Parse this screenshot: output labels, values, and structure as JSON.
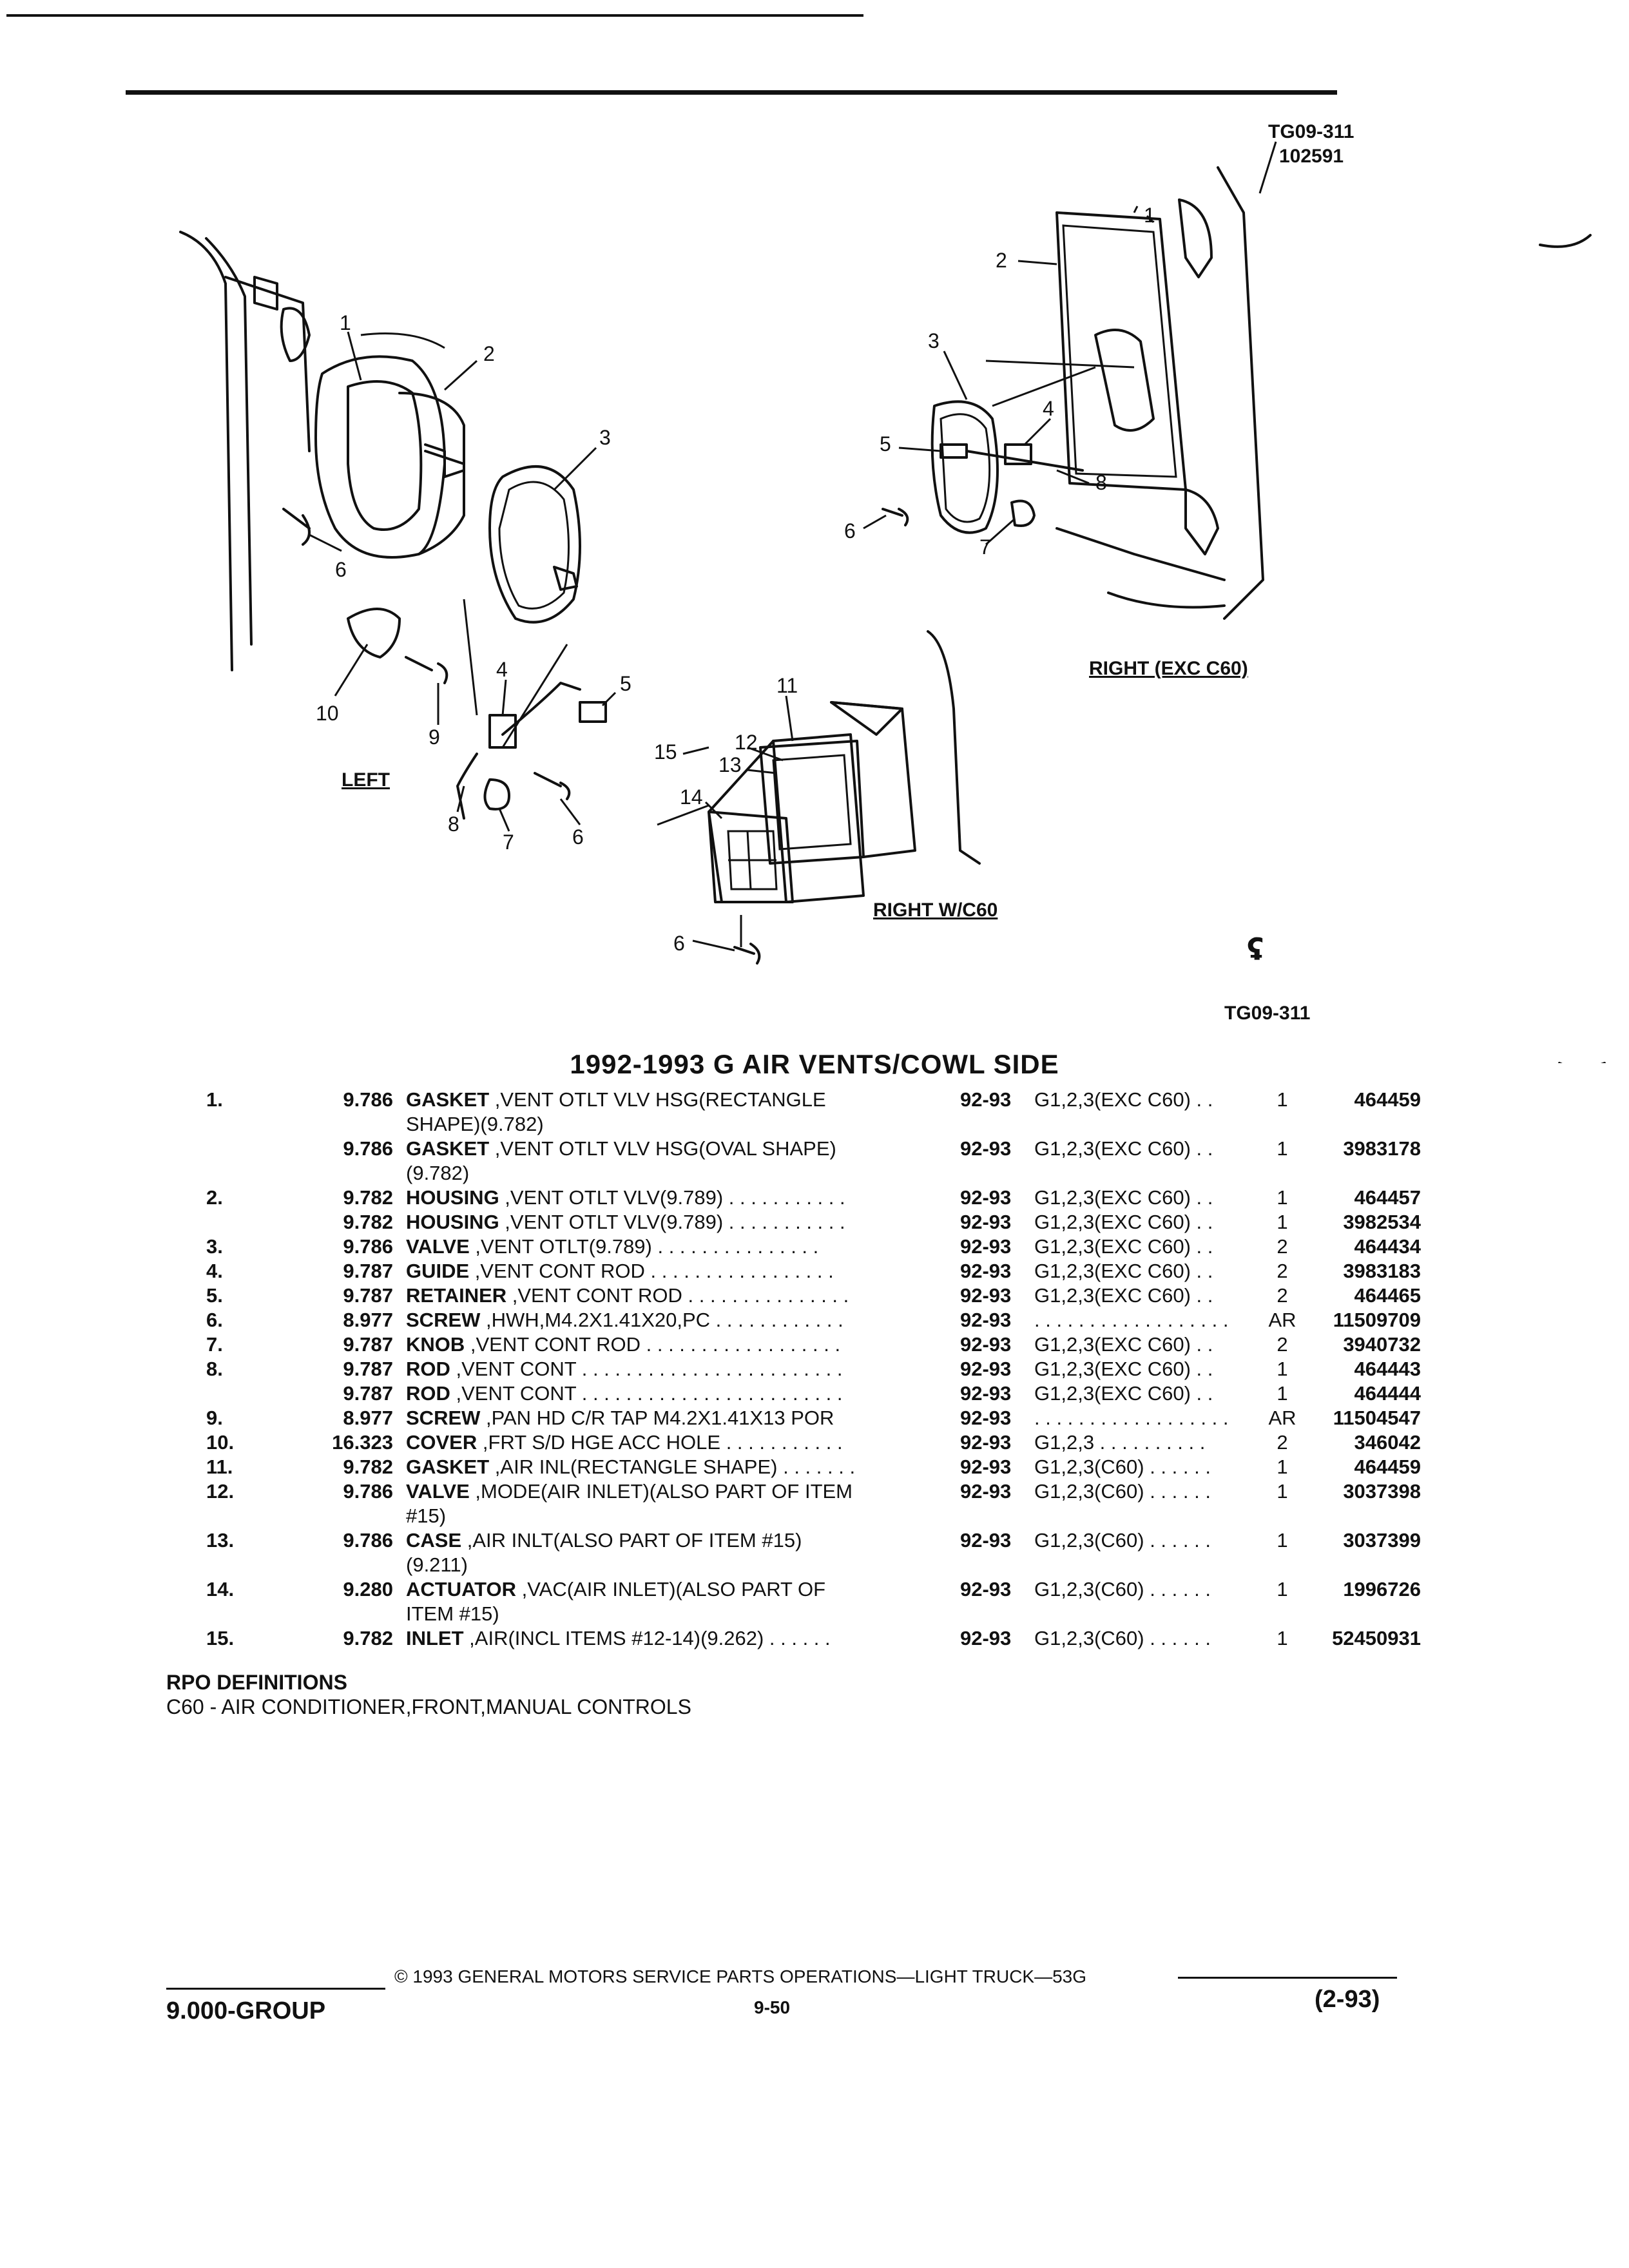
{
  "drawing": {
    "ref_id": "TG09-311",
    "ref_date": "102591",
    "ref_id_bottom": "TG09-311",
    "view_left": "LEFT",
    "view_right_exc": "RIGHT (EXC C60)",
    "view_right_with": "RIGHT W/C60",
    "callouts_left": [
      "1",
      "2",
      "3",
      "4",
      "5",
      "6",
      "7",
      "8",
      "9",
      "10",
      "6"
    ],
    "callouts_right_exc": [
      "1",
      "2",
      "3",
      "4",
      "5",
      "6",
      "7",
      "8"
    ],
    "callouts_right_with": [
      "11",
      "12",
      "13",
      "14",
      "15",
      "6"
    ]
  },
  "section_title": "1992-1993 G AIR VENTS/COWL SIDE",
  "parts": [
    {
      "item": "1.",
      "group": "9.786",
      "name": "GASKET",
      "desc": " ,VENT OTLT VLV HSG(RECTANGLE",
      "cont": "SHAPE)(9.782)",
      "years": "92-93",
      "models": "G1,2,3(EXC C60) . .",
      "qty": "1",
      "part_no": "464459"
    },
    {
      "item": "",
      "group": "9.786",
      "name": "GASKET",
      "desc": " ,VENT OTLT VLV HSG(OVAL SHAPE)",
      "cont": "(9.782)",
      "years": "92-93",
      "models": "G1,2,3(EXC C60) . .",
      "qty": "1",
      "part_no": "3983178"
    },
    {
      "item": "2.",
      "group": "9.782",
      "name": "HOUSING",
      "desc": " ,VENT OTLT VLV(9.789) . . . . . . . . . . .",
      "cont": "",
      "years": "92-93",
      "models": "G1,2,3(EXC C60) . .",
      "qty": "1",
      "part_no": "464457"
    },
    {
      "item": "",
      "group": "9.782",
      "name": "HOUSING",
      "desc": " ,VENT OTLT VLV(9.789) . . . . . . . . . . .",
      "cont": "",
      "years": "92-93",
      "models": "G1,2,3(EXC C60) . .",
      "qty": "1",
      "part_no": "3982534"
    },
    {
      "item": "3.",
      "group": "9.786",
      "name": "VALVE",
      "desc": " ,VENT OTLT(9.789) . . . . . . . . . . . . . . .",
      "cont": "",
      "years": "92-93",
      "models": "G1,2,3(EXC C60) . .",
      "qty": "2",
      "part_no": "464434"
    },
    {
      "item": "4.",
      "group": "9.787",
      "name": "GUIDE",
      "desc": " ,VENT CONT ROD . . . . . . . . . . . . . . . . .",
      "cont": "",
      "years": "92-93",
      "models": "G1,2,3(EXC C60) . .",
      "qty": "2",
      "part_no": "3983183"
    },
    {
      "item": "5.",
      "group": "9.787",
      "name": "RETAINER",
      "desc": " ,VENT CONT ROD . . . . . . . . . . . . . . .",
      "cont": "",
      "years": "92-93",
      "models": "G1,2,3(EXC C60) . .",
      "qty": "2",
      "part_no": "464465"
    },
    {
      "item": "6.",
      "group": "8.977",
      "name": "SCREW",
      "desc": " ,HWH,M4.2X1.41X20,PC . . . . . . . . . . . .",
      "cont": "",
      "years": "92-93",
      "models": ". . . . . . . . . . . . . . . . . .",
      "qty": "AR",
      "part_no": "11509709"
    },
    {
      "item": "7.",
      "group": "9.787",
      "name": "KNOB",
      "desc": " ,VENT CONT ROD . . . . . . . . . . . . . . . . . .",
      "cont": "",
      "years": "92-93",
      "models": "G1,2,3(EXC C60) . .",
      "qty": "2",
      "part_no": "3940732"
    },
    {
      "item": "8.",
      "group": "9.787",
      "name": "ROD",
      "desc": " ,VENT CONT . . . . . . . . . . . . . . . . . . . . . . . .",
      "cont": "",
      "years": "92-93",
      "models": "G1,2,3(EXC C60) . .",
      "qty": "1",
      "part_no": "464443"
    },
    {
      "item": "",
      "group": "9.787",
      "name": "ROD",
      "desc": " ,VENT CONT . . . . . . . . . . . . . . . . . . . . . . . .",
      "cont": "",
      "years": "92-93",
      "models": "G1,2,3(EXC C60) . .",
      "qty": "1",
      "part_no": "464444"
    },
    {
      "item": "9.",
      "group": "8.977",
      "name": "SCREW",
      "desc": " ,PAN HD C/R TAP M4.2X1.41X13 POR",
      "cont": "",
      "years": "92-93",
      "models": ". . . . . . . . . . . . . . . . . .",
      "qty": "AR",
      "part_no": "11504547"
    },
    {
      "item": "10.",
      "group": "16.323",
      "name": "COVER",
      "desc": " ,FRT S/D HGE ACC HOLE . . . . . . . . . . .",
      "cont": "",
      "years": "92-93",
      "models": "G1,2,3 . . . . . . . . . .",
      "qty": "2",
      "part_no": "346042"
    },
    {
      "item": "11.",
      "group": "9.782",
      "name": "GASKET",
      "desc": " ,AIR INL(RECTANGLE SHAPE) . . . . . . .",
      "cont": "",
      "years": "92-93",
      "models": "G1,2,3(C60) . . . . . .",
      "qty": "1",
      "part_no": "464459"
    },
    {
      "item": "12.",
      "group": "9.786",
      "name": "VALVE",
      "desc": " ,MODE(AIR INLET)(ALSO PART OF ITEM",
      "cont": "#15)",
      "years": "92-93",
      "models": "G1,2,3(C60) . . . . . .",
      "qty": "1",
      "part_no": "3037398"
    },
    {
      "item": "13.",
      "group": "9.786",
      "name": "CASE",
      "desc": " ,AIR INLT(ALSO PART OF ITEM #15)",
      "cont": "(9.211)",
      "years": "92-93",
      "models": "G1,2,3(C60) . . . . . .",
      "qty": "1",
      "part_no": "3037399"
    },
    {
      "item": "14.",
      "group": "9.280",
      "name": "ACTUATOR",
      "desc": " ,VAC(AIR INLET)(ALSO PART OF",
      "cont": "ITEM #15)",
      "years": "92-93",
      "models": "G1,2,3(C60) . . . . . .",
      "qty": "1",
      "part_no": "1996726"
    },
    {
      "item": "15.",
      "group": "9.782",
      "name": "INLET",
      "desc": " ,AIR(INCL ITEMS #12-14)(9.262) . . . . . .",
      "cont": "",
      "years": "92-93",
      "models": "G1,2,3(C60) . . . . . .",
      "qty": "1",
      "part_no": "52450931"
    }
  ],
  "rpo": {
    "heading": "RPO DEFINITIONS",
    "line": "C60 - AIR CONDITIONER,FRONT,MANUAL CONTROLS"
  },
  "footer": {
    "copyright": "© 1993 GENERAL MOTORS SERVICE PARTS OPERATIONS—LIGHT TRUCK—53G",
    "group": "9.000-GROUP",
    "page": "9-50",
    "date": "(2-93)"
  }
}
